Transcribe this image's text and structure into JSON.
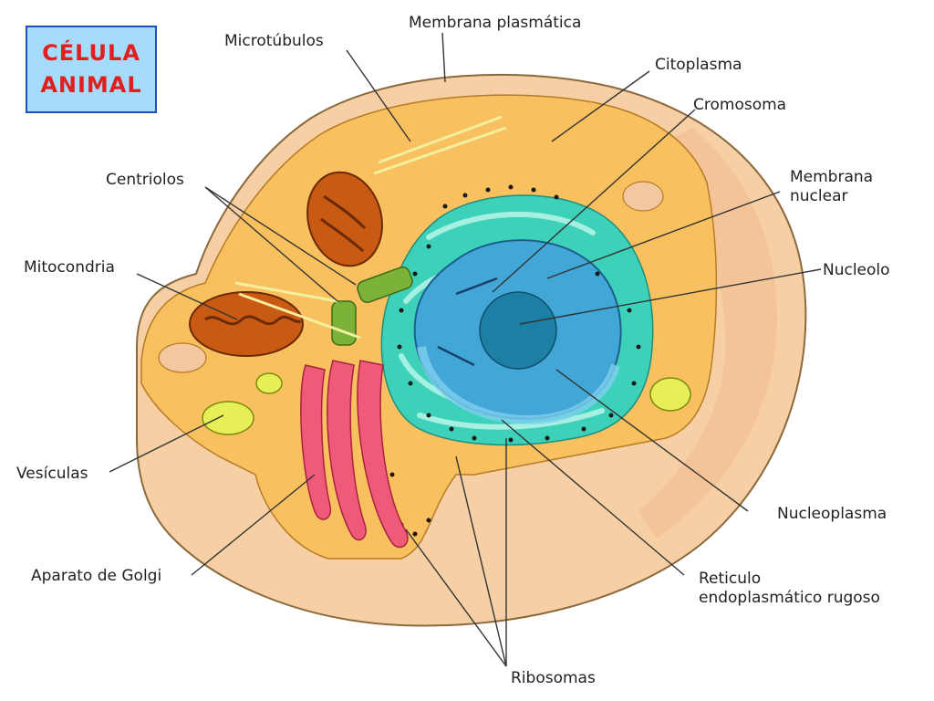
{
  "title": {
    "line1": "CÉLULA",
    "line2": "ANIMAL"
  },
  "labels": {
    "membrana_plasmatica": "Membrana plasmática",
    "microtubulos": "Microtúbulos",
    "citoplasma": "Citoplasma",
    "cromosoma": "Cromosoma",
    "centriolos": "Centriolos",
    "membrana_nuclear_1": "Membrana",
    "membrana_nuclear_2": "nuclear",
    "mitocondria": "Mitocondria",
    "nucleolo": "Nucleolo",
    "vesiculas": "Vesículas",
    "nucleoplasma": "Nucleoplasma",
    "aparato_golgi": "Aparato de Golgi",
    "reticulo_1": "Reticulo",
    "reticulo_2": "endoplasmático rugoso",
    "ribosomas": "Ribosomas"
  },
  "colors": {
    "cytoplasm": "#f8c05e",
    "outer_shell": "#f6d0a4",
    "nucleus": "#42a6d6",
    "nucleolus": "#1e7fa4",
    "er": "#3ed1b9",
    "golgi": "#ee5a78",
    "mitochondria": "#c95a14",
    "vesicle": "#e6ef55",
    "title_text": "#e02020",
    "title_bg": "#a6dcfb"
  }
}
